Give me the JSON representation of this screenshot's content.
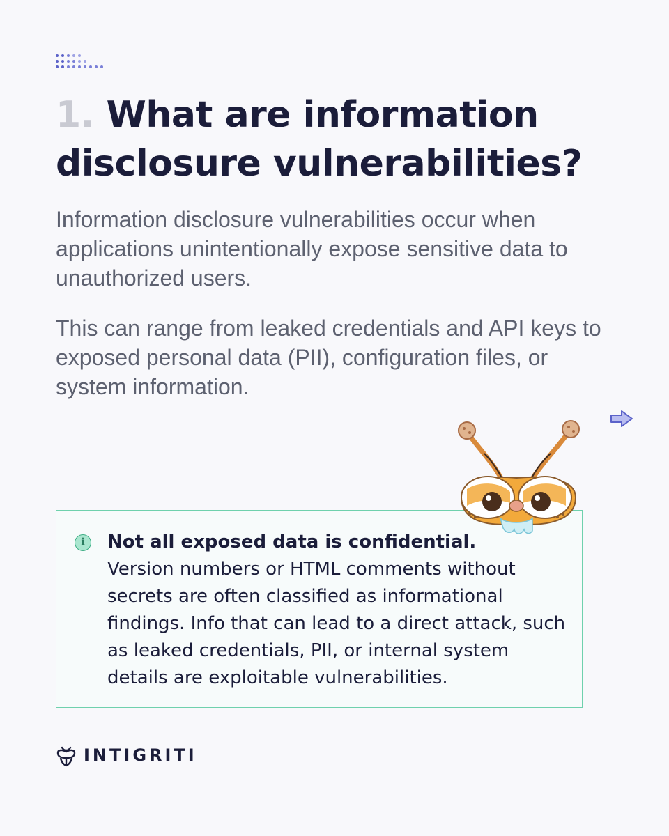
{
  "slide": {
    "number": "1.",
    "title": "What are information disclosure vulnerabilities?",
    "paragraphs": [
      "Information disclosure vulnerabilities occur when applications unintentionally expose sensitive data to unauthorized users.",
      "This can range from leaked credentials and API keys to exposed personal data (PII), configuration files, or system information."
    ]
  },
  "callout": {
    "icon": "info-icon",
    "icon_glyph": "i",
    "heading": "Not all exposed data is confidential.",
    "body": "Version numbers or HTML comments without secrets are often classified as informational findings. Info that can lead to a direct attack, such as leaked credentials, PII, or internal system details are exploitable vulnerabilities."
  },
  "brand": {
    "name": "INTIGRITI",
    "logo_icon": "bug-logo-icon"
  },
  "navigation": {
    "next_icon": "arrow-right-icon"
  },
  "colors": {
    "heading": "#1b1d3a",
    "number": "#c9cad2",
    "body_text": "#5d6170",
    "accent_green": "#6fd1ad",
    "accent_blue": "#5b62c9",
    "background": "#f8f8fb"
  }
}
